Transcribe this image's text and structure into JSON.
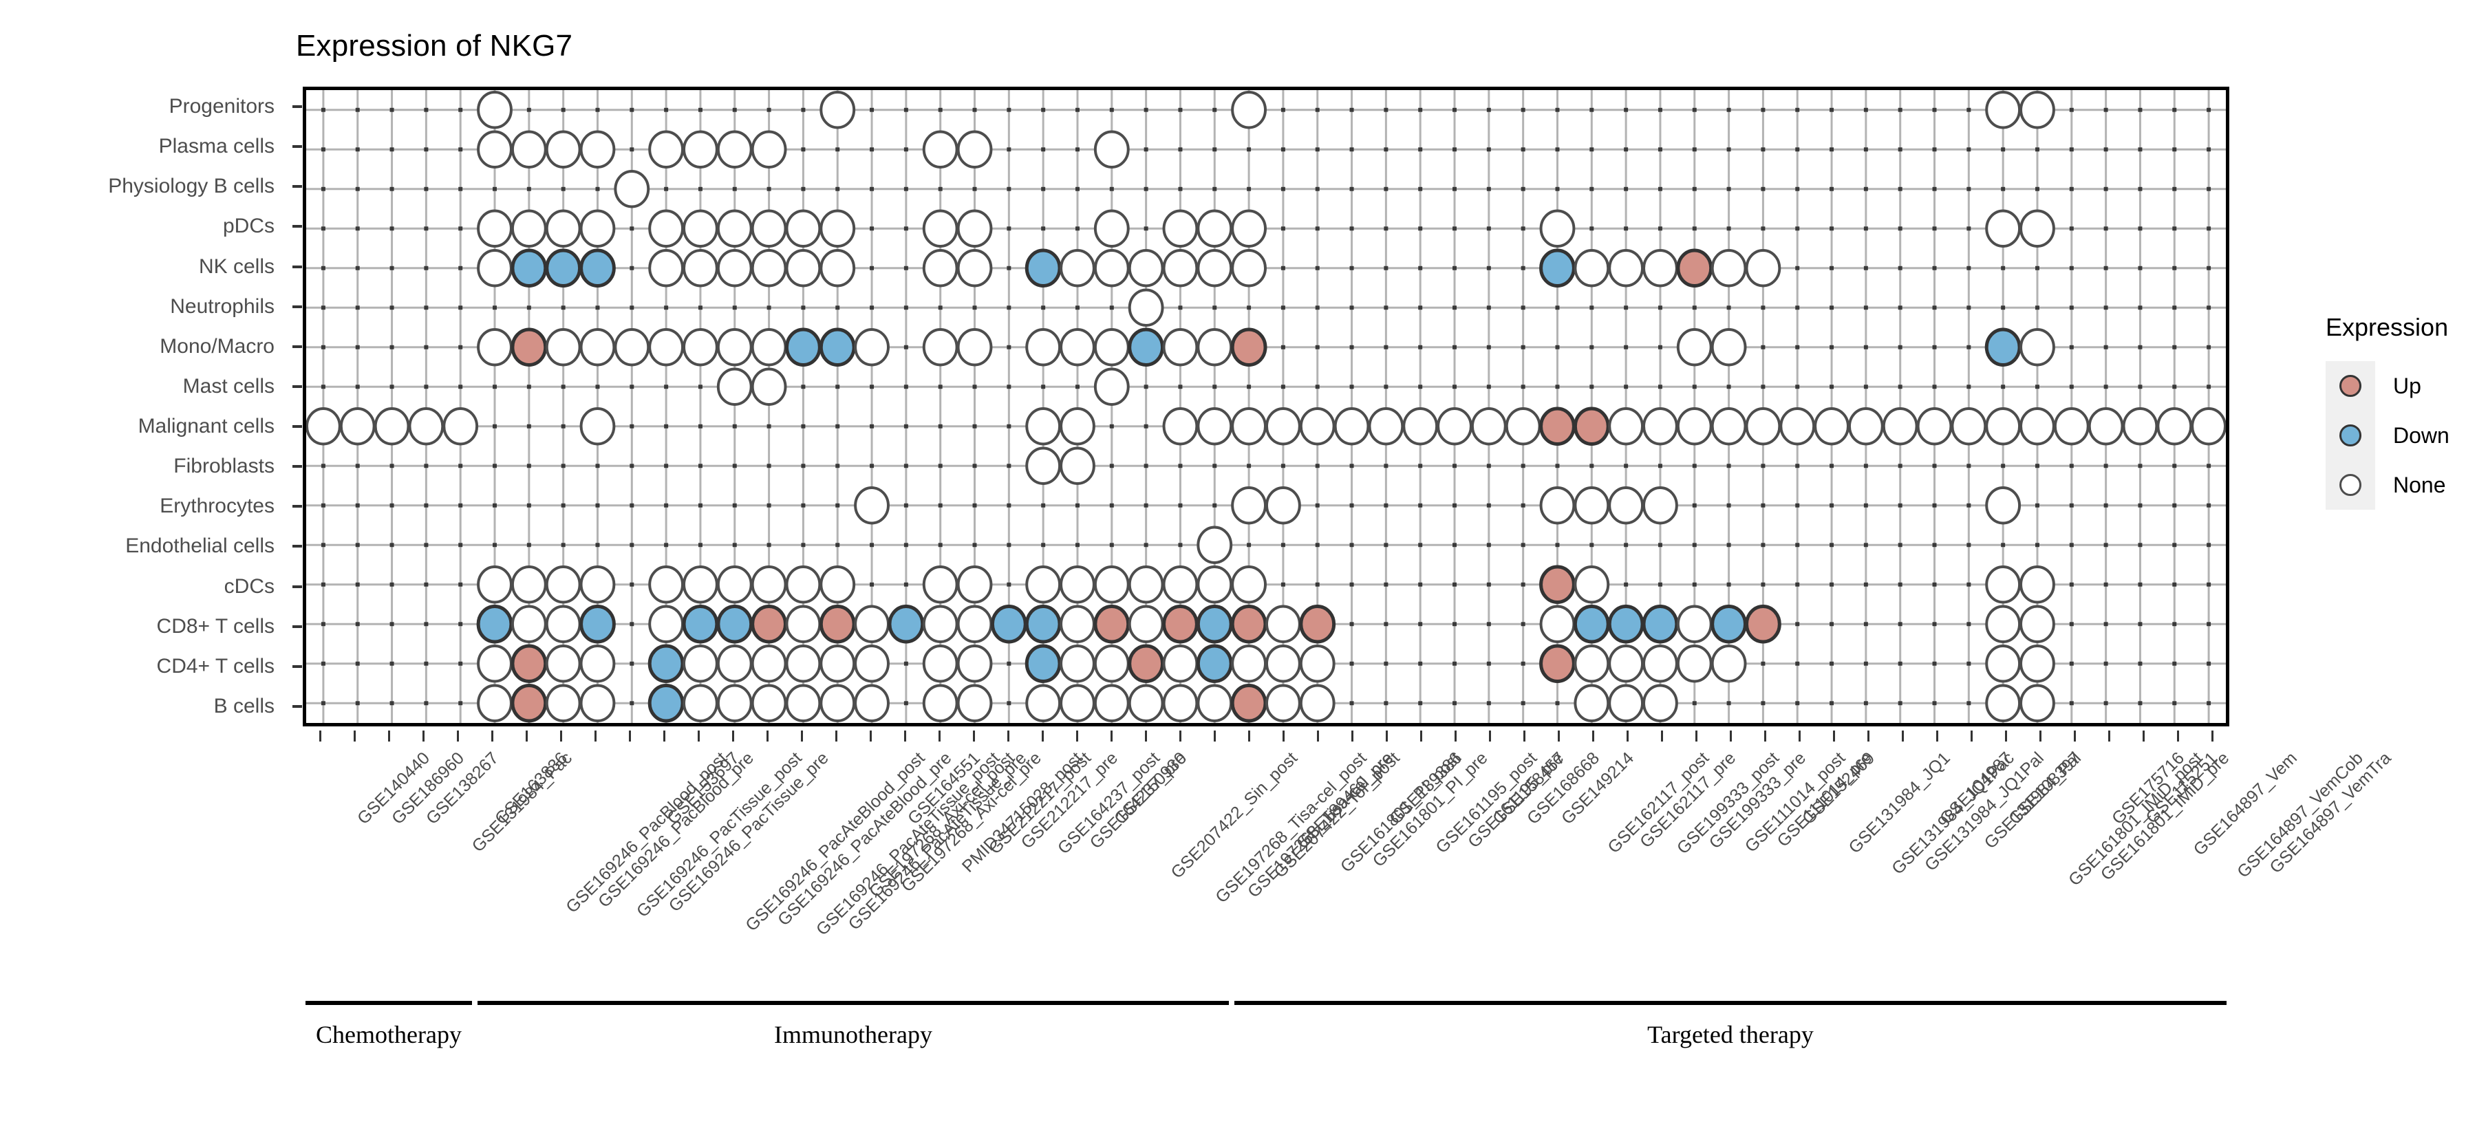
{
  "chart_data": {
    "type": "heatmap",
    "title": "Expression of NKG7",
    "xlabel": "",
    "ylabel": "",
    "grid": true,
    "legend": {
      "position": "right",
      "title": "Expression",
      "entries": [
        {
          "label": "Up",
          "color": "#d39187"
        },
        {
          "label": "Down",
          "color": "#74b3d8"
        },
        {
          "label": "None",
          "color": "#ffffff"
        }
      ]
    },
    "y_categories": [
      "Progenitors",
      "Plasma cells",
      "Physiology B cells",
      "pDCs",
      "NK cells",
      "Neutrophils",
      "Mono/Macro",
      "Mast cells",
      "Malignant cells",
      "Fibroblasts",
      "Erythrocytes",
      "Endothelial cells",
      "cDCs",
      "CD8+ T cells",
      "CD4+ T cells",
      "B cells"
    ],
    "x_categories": [
      "GSE140440",
      "GSE186960",
      "GSE138267",
      "GSE131984_Pac",
      "GSE163836",
      "GSE169246_PacBlood_post",
      "GSE169246_PacBlood_pre",
      "GSE169246_PacTissue_post",
      "GSE169246_PacTissue_pre",
      "GSE153697",
      "GSE169246_PacAteBlood_post",
      "GSE169246_PacAteBlood_pre",
      "GSE169246_PacAteTissue_post",
      "GSE169246_PacAteTissue_pre",
      "GSE197268_Axi-cel_post",
      "GSE197268_Axi-cel_pre",
      "GSE164551",
      "PMID34715028_post",
      "GSE212217_post",
      "GSE212217_pre",
      "GSE164237_post",
      "GSE164237_pre",
      "GSE150930",
      "GSE207422_Sin_post",
      "GSE197268_Tisa-cel_post",
      "GSE197268_Tisa-cel_pre",
      "GSE207422_Tor_post",
      "GSE189460_pre",
      "GSE161801_PI_post",
      "GSE161801_PI_pre",
      "GSE139386",
      "GSE161195_post",
      "GSE161195_pre",
      "GSE158457",
      "GSE168668",
      "GSE149214",
      "GSE162117_post",
      "GSE162117_pre",
      "GSE199333_post",
      "GSE199333_pre",
      "GSE111014_post",
      "GSE111014_pre",
      "GSE152469",
      "GSE131984_JQ1",
      "GSE131984_JQ1Pac",
      "GSE131984_JQ1Pal",
      "GSE104987",
      "GSE131984_Pal",
      "GSE108397",
      "GSE161801_IMiD_post",
      "GSE161801_IMiD_pre",
      "GSE175716",
      "GSE115251",
      "GSE164897_Vem",
      "GSE164897_VemCob",
      "GSE164897_VemTra"
    ],
    "group_bands": [
      {
        "label": "Chemotherapy",
        "start_index": 0,
        "end_index": 4
      },
      {
        "label": "Immunotherapy",
        "start_index": 5,
        "end_index": 26
      },
      {
        "label": "Targeted therapy",
        "start_index": 27,
        "end_index": 55
      }
    ],
    "value_legend": {
      "0": "None",
      "1": "Up",
      "-1": "Down",
      "null": "absent"
    },
    "matrix": {
      "Progenitors": [
        null,
        null,
        null,
        null,
        null,
        0,
        null,
        null,
        null,
        null,
        null,
        null,
        null,
        null,
        null,
        0,
        null,
        null,
        null,
        null,
        null,
        null,
        null,
        null,
        null,
        null,
        null,
        0,
        null,
        null,
        null,
        null,
        null,
        null,
        null,
        null,
        null,
        null,
        null,
        null,
        null,
        null,
        null,
        null,
        null,
        null,
        null,
        null,
        null,
        0,
        0,
        null,
        null,
        null,
        null,
        null
      ],
      "Plasma cells": [
        null,
        null,
        null,
        null,
        null,
        0,
        0,
        0,
        0,
        null,
        0,
        0,
        0,
        0,
        null,
        null,
        null,
        null,
        0,
        0,
        null,
        null,
        null,
        0,
        null,
        null,
        null,
        null,
        null,
        null,
        null,
        null,
        null,
        null,
        null,
        null,
        null,
        null,
        null,
        null,
        null,
        null,
        null,
        null,
        null,
        null,
        null,
        null,
        null,
        null,
        null,
        null,
        null,
        null,
        null,
        null
      ],
      "Physiology B cells": [
        null,
        null,
        null,
        null,
        null,
        null,
        null,
        null,
        null,
        0,
        null,
        null,
        null,
        null,
        null,
        null,
        null,
        null,
        null,
        null,
        null,
        null,
        null,
        null,
        null,
        null,
        null,
        null,
        null,
        null,
        null,
        null,
        null,
        null,
        null,
        null,
        null,
        null,
        null,
        null,
        null,
        null,
        null,
        null,
        null,
        null,
        null,
        null,
        null,
        null,
        null,
        null,
        null,
        null,
        null,
        null
      ],
      "pDCs": [
        null,
        null,
        null,
        null,
        null,
        0,
        0,
        0,
        0,
        null,
        0,
        0,
        0,
        0,
        0,
        0,
        null,
        null,
        0,
        0,
        null,
        null,
        null,
        0,
        null,
        0,
        0,
        0,
        null,
        null,
        null,
        null,
        null,
        null,
        null,
        null,
        0,
        null,
        null,
        null,
        null,
        null,
        null,
        null,
        null,
        null,
        null,
        null,
        null,
        0,
        0,
        null,
        null,
        null,
        null,
        null
      ],
      "NK cells": [
        null,
        null,
        null,
        null,
        null,
        0,
        -1,
        -1,
        -1,
        null,
        0,
        0,
        0,
        0,
        0,
        0,
        null,
        null,
        0,
        0,
        null,
        -1,
        0,
        0,
        0,
        0,
        0,
        0,
        null,
        null,
        null,
        null,
        null,
        null,
        null,
        null,
        -1,
        0,
        0,
        0,
        1,
        0,
        0,
        null,
        null,
        null,
        null,
        null,
        null,
        null,
        null,
        null,
        null,
        null,
        null,
        null
      ],
      "Neutrophils": [
        null,
        null,
        null,
        null,
        null,
        null,
        null,
        null,
        null,
        null,
        null,
        null,
        null,
        null,
        null,
        null,
        null,
        null,
        null,
        null,
        null,
        null,
        null,
        null,
        0,
        null,
        null,
        null,
        null,
        null,
        null,
        null,
        null,
        null,
        null,
        null,
        null,
        null,
        null,
        null,
        null,
        null,
        null,
        null,
        null,
        null,
        null,
        null,
        null,
        null,
        null,
        null,
        null,
        null,
        null,
        null
      ],
      "Mono/Macro": [
        null,
        null,
        null,
        null,
        null,
        0,
        1,
        0,
        0,
        0,
        0,
        0,
        0,
        0,
        -1,
        -1,
        0,
        null,
        0,
        0,
        null,
        0,
        0,
        0,
        -1,
        0,
        0,
        1,
        null,
        null,
        null,
        null,
        null,
        null,
        null,
        null,
        null,
        null,
        null,
        null,
        0,
        0,
        null,
        null,
        null,
        null,
        null,
        null,
        null,
        -1,
        0,
        null,
        null,
        null,
        null,
        null
      ],
      "Mast cells": [
        null,
        null,
        null,
        null,
        null,
        null,
        null,
        null,
        null,
        null,
        null,
        null,
        0,
        0,
        null,
        null,
        null,
        null,
        null,
        null,
        null,
        null,
        null,
        0,
        null,
        null,
        null,
        null,
        null,
        null,
        null,
        null,
        null,
        null,
        null,
        null,
        null,
        null,
        null,
        null,
        null,
        null,
        null,
        null,
        null,
        null,
        null,
        null,
        null,
        null,
        null,
        null,
        null,
        null,
        null,
        null
      ],
      "Malignant cells": [
        0,
        0,
        0,
        0,
        0,
        null,
        null,
        null,
        0,
        null,
        null,
        null,
        null,
        null,
        null,
        null,
        null,
        null,
        null,
        null,
        null,
        0,
        0,
        null,
        null,
        0,
        0,
        0,
        0,
        0,
        0,
        0,
        0,
        0,
        0,
        0,
        1,
        1,
        0,
        0,
        0,
        0,
        0,
        0,
        0,
        0,
        0,
        0,
        0,
        0,
        0,
        0,
        0,
        0,
        0,
        0
      ],
      "Fibroblasts": [
        null,
        null,
        null,
        null,
        null,
        null,
        null,
        null,
        null,
        null,
        null,
        null,
        null,
        null,
        null,
        null,
        null,
        null,
        null,
        null,
        null,
        0,
        0,
        null,
        null,
        null,
        null,
        null,
        null,
        null,
        null,
        null,
        null,
        null,
        null,
        null,
        null,
        null,
        null,
        null,
        null,
        null,
        null,
        null,
        null,
        null,
        null,
        null,
        null,
        null,
        null,
        null,
        null,
        null,
        null,
        null
      ],
      "Erythrocytes": [
        null,
        null,
        null,
        null,
        null,
        null,
        null,
        null,
        null,
        null,
        null,
        null,
        null,
        null,
        null,
        null,
        0,
        null,
        null,
        null,
        null,
        null,
        null,
        null,
        null,
        null,
        null,
        0,
        0,
        null,
        null,
        null,
        null,
        null,
        null,
        null,
        0,
        0,
        0,
        0,
        null,
        null,
        null,
        null,
        null,
        null,
        null,
        null,
        null,
        0,
        null,
        null,
        null,
        null,
        null,
        null
      ],
      "Endothelial cells": [
        null,
        null,
        null,
        null,
        null,
        null,
        null,
        null,
        null,
        null,
        null,
        null,
        null,
        null,
        null,
        null,
        null,
        null,
        null,
        null,
        null,
        null,
        null,
        null,
        null,
        null,
        0,
        null,
        null,
        null,
        null,
        null,
        null,
        null,
        null,
        null,
        null,
        null,
        null,
        null,
        null,
        null,
        null,
        null,
        null,
        null,
        null,
        null,
        null,
        null,
        null,
        null,
        null,
        null,
        null,
        null
      ],
      "cDCs": [
        null,
        null,
        null,
        null,
        null,
        0,
        0,
        0,
        0,
        null,
        0,
        0,
        0,
        0,
        0,
        0,
        null,
        null,
        0,
        0,
        null,
        0,
        0,
        0,
        0,
        0,
        0,
        0,
        null,
        null,
        null,
        null,
        null,
        null,
        null,
        null,
        1,
        0,
        null,
        null,
        null,
        null,
        null,
        null,
        null,
        null,
        null,
        null,
        null,
        0,
        0,
        null,
        null,
        null,
        null,
        null
      ],
      "CD8+ T cells": [
        null,
        null,
        null,
        null,
        null,
        -1,
        0,
        0,
        -1,
        null,
        0,
        -1,
        -1,
        1,
        0,
        1,
        0,
        -1,
        0,
        0,
        -1,
        -1,
        0,
        1,
        0,
        1,
        -1,
        1,
        0,
        1,
        null,
        null,
        null,
        null,
        null,
        null,
        0,
        -1,
        -1,
        -1,
        0,
        -1,
        1,
        null,
        null,
        null,
        null,
        null,
        null,
        0,
        0,
        null,
        null,
        null,
        null,
        null
      ],
      "CD4+ T cells": [
        null,
        null,
        null,
        null,
        null,
        0,
        1,
        0,
        0,
        null,
        -1,
        0,
        0,
        0,
        0,
        0,
        0,
        null,
        0,
        0,
        null,
        -1,
        0,
        0,
        1,
        0,
        -1,
        0,
        0,
        0,
        null,
        null,
        null,
        null,
        null,
        null,
        1,
        0,
        0,
        0,
        0,
        0,
        null,
        null,
        null,
        null,
        null,
        null,
        null,
        0,
        0,
        null,
        null,
        null,
        null,
        null
      ],
      "B cells": [
        null,
        null,
        null,
        null,
        null,
        0,
        1,
        0,
        0,
        null,
        -1,
        0,
        0,
        0,
        0,
        0,
        0,
        null,
        0,
        0,
        null,
        0,
        0,
        0,
        0,
        0,
        0,
        1,
        0,
        0,
        null,
        null,
        null,
        null,
        null,
        null,
        null,
        0,
        0,
        0,
        null,
        null,
        null,
        null,
        null,
        null,
        null,
        null,
        null,
        0,
        0,
        null,
        null,
        null,
        null,
        null
      ]
    }
  },
  "colors": {
    "up": "#d39187",
    "down": "#74b3d8",
    "none": "#ffffff",
    "dot_stroke": "#4d4d4d",
    "dot_stroke_dark": "#333333",
    "grid": "#b3b3b3",
    "axis": "#000000",
    "label": "#4d4d4d"
  }
}
